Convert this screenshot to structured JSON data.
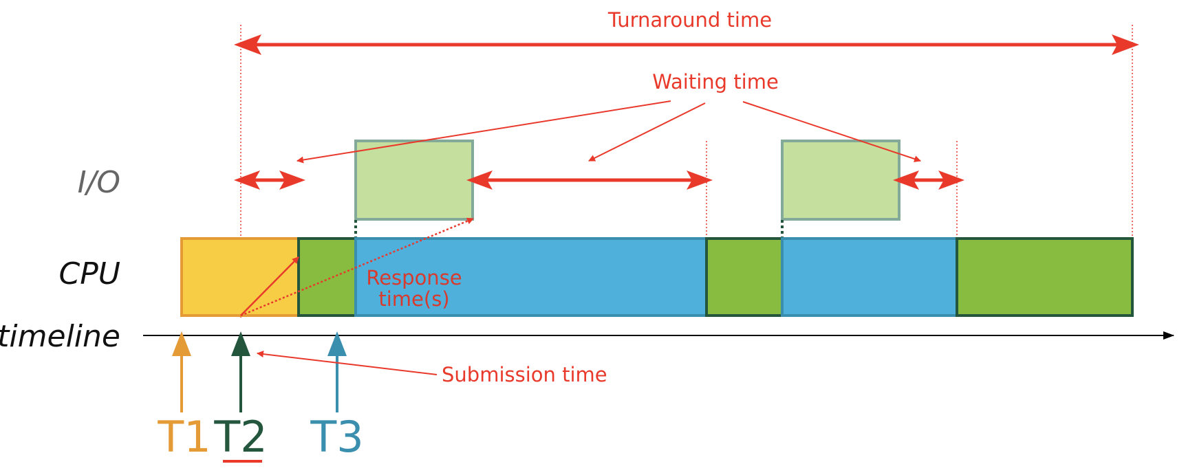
{
  "labels": {
    "io_row": "I/O",
    "cpu_row": "CPU",
    "timeline_row": "timeline",
    "turnaround": "Turnaround time",
    "waiting": "Waiting time",
    "response_line1": "Response",
    "response_line2": "time(s)",
    "submission": "Submission time"
  },
  "threads": [
    {
      "name": "T1",
      "color": "#e49a35"
    },
    {
      "name": "T2",
      "color": "#24563e"
    },
    {
      "name": "T3",
      "color": "#3b8fae"
    }
  ],
  "colors": {
    "annotation": "#e8392b",
    "t1_block": "#f7cd46",
    "t1_border": "#e49a35",
    "t2_block": "#88bc41",
    "t2_border": "#24563e",
    "t3_block": "#4fb0dc",
    "t3_border": "#3b8fae",
    "io_block": "#c4df9e",
    "io_border": "#83aa99"
  }
}
